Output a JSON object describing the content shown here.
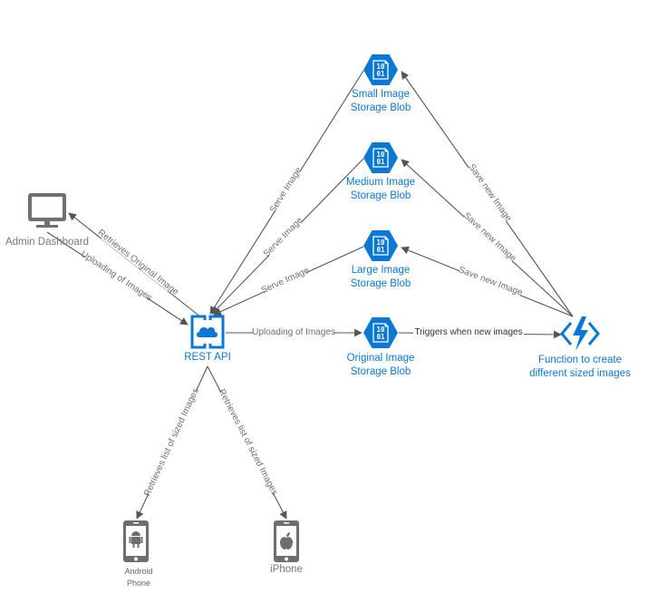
{
  "diagram": {
    "nodes": {
      "small_blob": {
        "line1": "Small Image",
        "line2": "Storage Blob",
        "glyph1": "10",
        "glyph2": "01",
        "icon": "storage-blob-icon"
      },
      "medium_blob": {
        "line1": "Medium Image",
        "line2": "Storage Blob",
        "glyph1": "10",
        "glyph2": "01",
        "icon": "storage-blob-icon"
      },
      "large_blob": {
        "line1": "Large Image",
        "line2": "Storage Blob",
        "glyph1": "10",
        "glyph2": "01",
        "icon": "storage-blob-icon"
      },
      "original_blob": {
        "line1": "Original Image",
        "line2": "Storage Blob",
        "glyph1": "10",
        "glyph2": "01",
        "icon": "storage-blob-icon"
      },
      "rest_api": {
        "line1": "REST API",
        "icon": "api-cloud-icon"
      },
      "admin": {
        "line1": "Admin Dashboard",
        "icon": "monitor-icon"
      },
      "function": {
        "line1": "Function to create",
        "line2": "different sized images",
        "icon": "azure-function-icon"
      },
      "android": {
        "line1": "Android",
        "line2": "Phone",
        "icon": "android-phone-icon"
      },
      "iphone": {
        "line1": "iPhone",
        "icon": "iphone-icon"
      }
    },
    "edges": {
      "api_to_admin": "Retrieves Original Image",
      "admin_to_api": "Uploading of Images",
      "small_to_api": "Serve Image",
      "medium_to_api": "Serve Image",
      "large_to_api": "Serve Image",
      "api_to_original": "Uploading of Images",
      "original_to_function": "Triggers when new images",
      "function_to_small": "Save new Image",
      "function_to_medium": "Save new Image",
      "function_to_large": "Save new Image",
      "api_to_android": "Retrieves list of sized Images",
      "api_to_iphone": "Retrieves list of sized Images"
    },
    "colors": {
      "azure_blue": "#0a78d4",
      "device_gray": "#6e6e6e",
      "edge_gray": "#555555"
    }
  }
}
